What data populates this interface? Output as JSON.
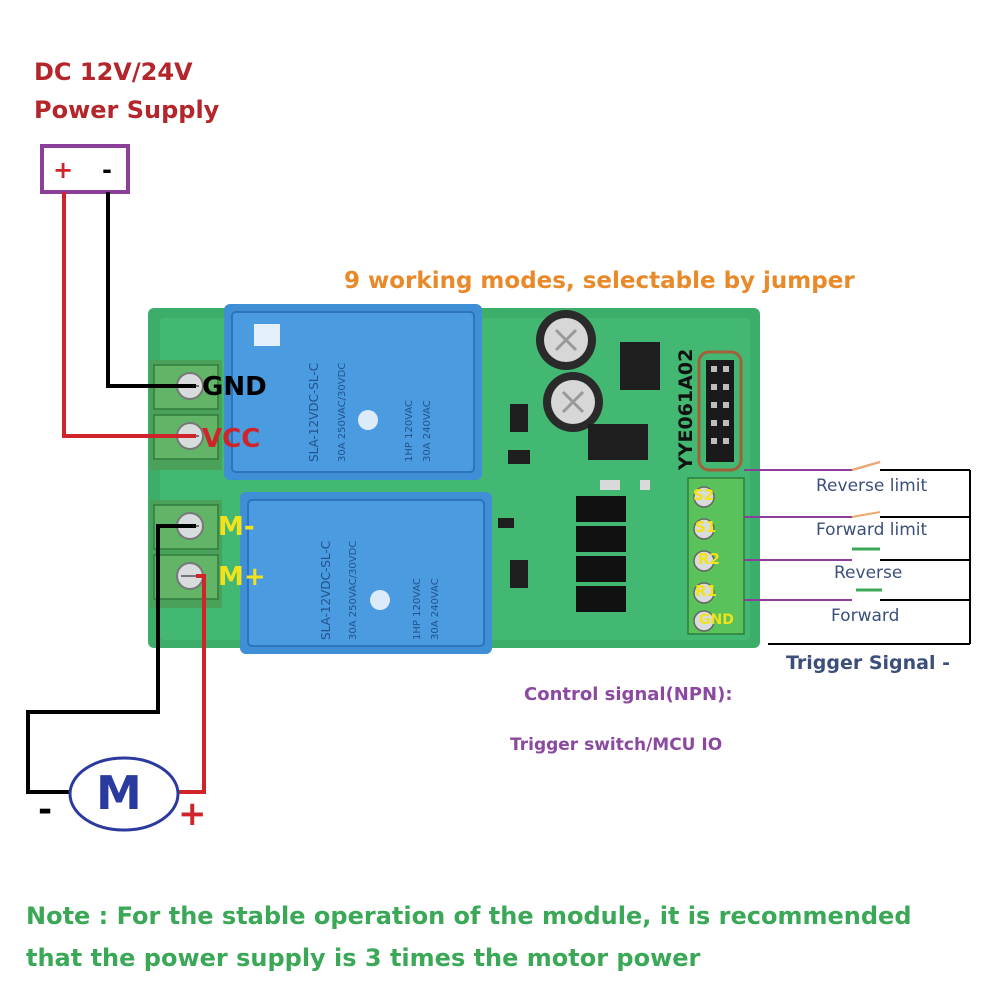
{
  "power": {
    "title_line1": "DC 12V/24V",
    "title_line2": "Power Supply",
    "plus": "+",
    "minus": "-"
  },
  "modes_label": "9 working modes, selectable by jumper",
  "board": {
    "terminal_labels": {
      "gnd": "GND",
      "vcc": "VCC",
      "m_minus": "M-",
      "m_plus": "M+"
    },
    "signal_pins": [
      "S2",
      "S1",
      "R2",
      "R1",
      "GND"
    ],
    "model": "YYE061A02",
    "relay1_text": [
      "SLA-12VDC-SL-C",
      "30A 250VAC/30VDC",
      "1HP 120VAC",
      "30A 240VAC"
    ],
    "relay2_text": [
      "SLA-12VDC-SL-C",
      "30A 250VAC/30VDC",
      "1HP 120VAC",
      "30A 240VAC"
    ]
  },
  "signals": {
    "items": [
      "Reverse limit",
      "Forward limit",
      "Reverse",
      "Forward"
    ],
    "trigger_label": "Trigger Signal -"
  },
  "control": {
    "line1": "Control signal(NPN):",
    "line2": "Trigger switch/MCU IO"
  },
  "motor": {
    "label": "M",
    "minus": "-",
    "plus": "+"
  },
  "note": {
    "line1": "Note : For the stable operation of the module, it is recommended",
    "line2": "that the power supply is 3 times the motor power"
  },
  "colors": {
    "red_wire": "#d0242b",
    "black_wire": "#000000",
    "purple": "#8b3f98",
    "pcb_green": "#3bb56a",
    "relay_blue": "#3e8fd6",
    "terminal_green": "#59c25a"
  }
}
